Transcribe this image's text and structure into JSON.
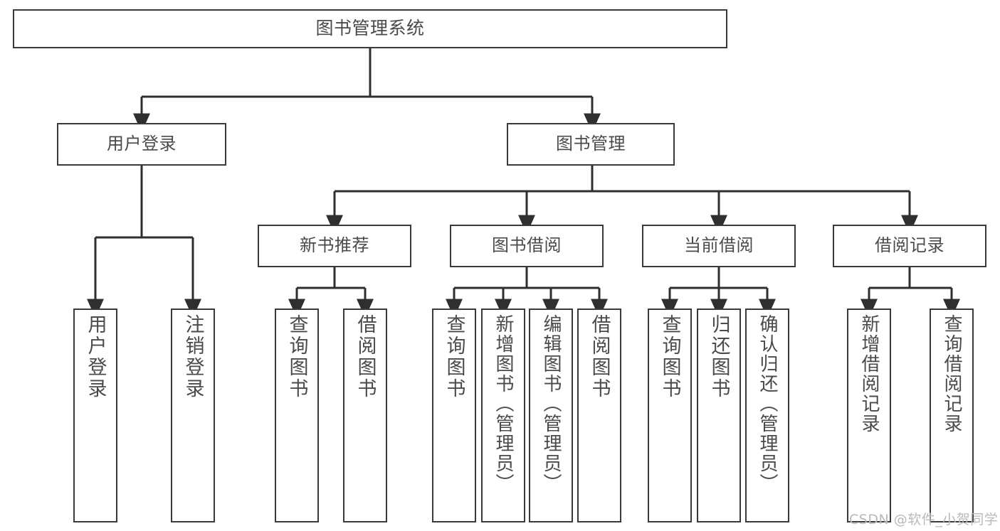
{
  "diagram": {
    "title": "图书管理系统",
    "type": "tree-hierarchy",
    "root": {
      "label": "图书管理系统"
    },
    "level2": [
      {
        "label": "用户登录"
      },
      {
        "label": "图书管理"
      }
    ],
    "level3": [
      {
        "label": "新书推荐"
      },
      {
        "label": "图书借阅"
      },
      {
        "label": "当前借阅"
      },
      {
        "label": "借阅记录"
      }
    ],
    "leaves": {
      "user_login": [
        {
          "label": "用户登录"
        },
        {
          "label": "注销登录"
        }
      ],
      "new_book_recommend": [
        {
          "label": "查询图书"
        },
        {
          "label": "借阅图书"
        }
      ],
      "book_borrow": [
        {
          "label": "查询图书"
        },
        {
          "label": "新增图书（管理员）"
        },
        {
          "label": "编辑图书（管理员）"
        },
        {
          "label": "借阅图书"
        }
      ],
      "current_borrow": [
        {
          "label": "查询图书"
        },
        {
          "label": "归还图书"
        },
        {
          "label": "确认归还（管理员）"
        }
      ],
      "borrow_record": [
        {
          "label": "新增借阅记录"
        },
        {
          "label": "查询借阅记录"
        }
      ]
    }
  },
  "watermark": {
    "text": "CSDN @软件_小贺同学"
  },
  "colors": {
    "box_border": "#3a3a3a",
    "box_fill": "#ffffff",
    "text": "#4a4a4a",
    "connector": "#2f2f2f",
    "watermark": "#b9b9b9"
  }
}
